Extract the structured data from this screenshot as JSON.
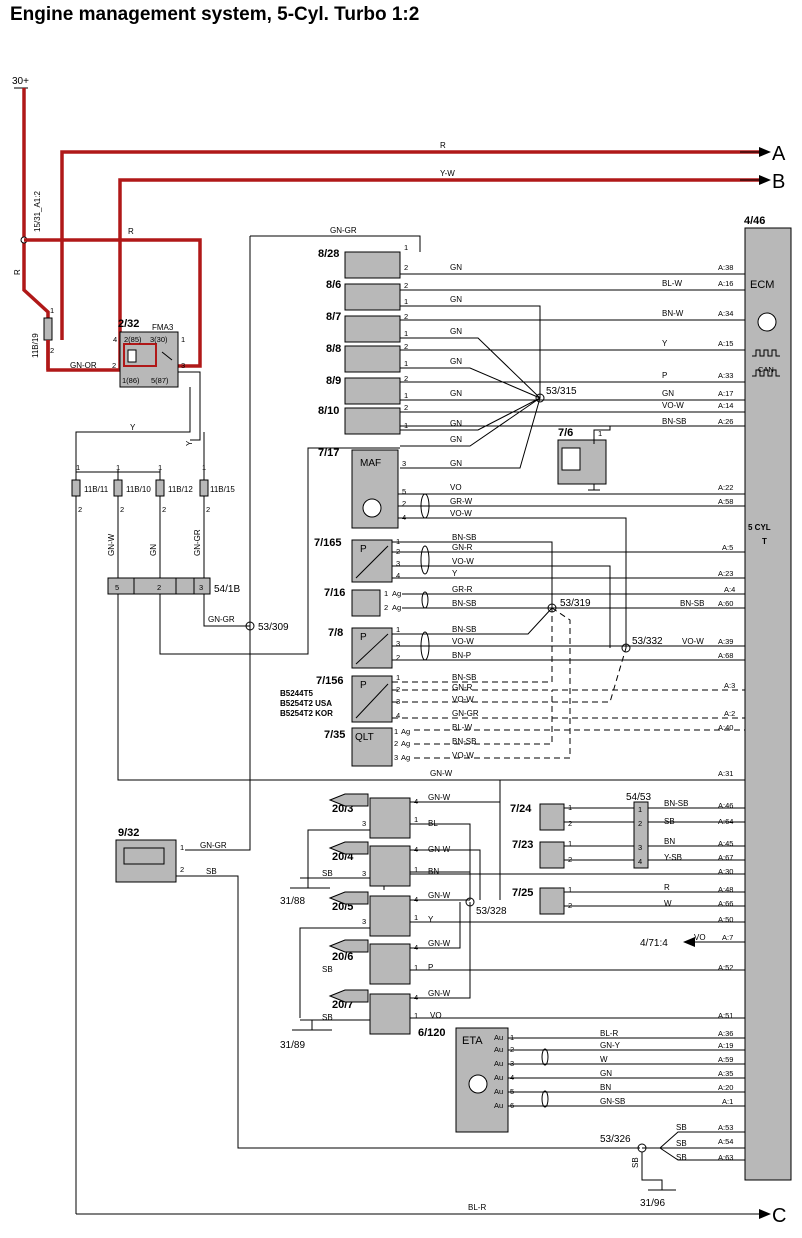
{
  "title": "Engine management system, 5-Cyl. Turbo 1:2",
  "supply": "30+",
  "outputs": {
    "a": "A",
    "b": "B",
    "c": "C"
  },
  "ecm": {
    "id": "4/46",
    "label": "ECM",
    "can": "CAN",
    "cyl": "5 CYL",
    "t": "T"
  },
  "relay": {
    "id": "2/32",
    "name": "FMA3",
    "p1": "4",
    "p2": "2(85)",
    "p3": "3(30)",
    "p4": "1",
    "p5": "2",
    "p6": "1(86)",
    "p7": "5(87)",
    "p8": "3"
  },
  "fuses": [
    "11B/11",
    "11B/10",
    "11B/12",
    "11B/15"
  ],
  "fuse19": "11B/19",
  "node1531": "15/31_A1:2",
  "connector541b": {
    "id": "54/1B",
    "pins": [
      "5",
      "2",
      "3"
    ]
  },
  "splices": [
    "53/315",
    "53/309",
    "53/319",
    "53/332",
    "53/328",
    "53/326"
  ],
  "wires": {
    "r": "R",
    "yw": "Y-W",
    "gngr": "GN-GR",
    "gn": "GN",
    "gnor": "GN-OR",
    "y": "Y",
    "blw": "BL-W",
    "bnw": "BN-W",
    "p": "P",
    "vow": "VO-W",
    "bnsb": "BN-SB",
    "vo": "VO",
    "grw": "GR-W",
    "gnr": "GN-R",
    "grr": "GR-R",
    "bnp": "BN-P",
    "gnw": "GN-W",
    "sb": "SB",
    "bl": "BL",
    "bn": "BN",
    "ysb": "Y-SB",
    "blr": "BL-R",
    "gny": "GN-Y",
    "w": "W",
    "gnsb": "GN-SB",
    "gngr2": "GN-GR"
  },
  "components": {
    "c828": "8/28",
    "c86": "8/6",
    "c87": "8/7",
    "c88": "8/8",
    "c89": "8/9",
    "c810": "8/10",
    "c717": "7/17",
    "maf": "MAF",
    "c76": "7/6",
    "c7165": "7/165",
    "c716": "7/16",
    "c78": "7/8",
    "c7156": "7/156",
    "c735": "7/35",
    "qlt": "QLT",
    "v1": "B5244T5",
    "v2": "B5254T2 USA",
    "v3": "B5254T2 KOR",
    "c932": "9/32",
    "c203": "20/3",
    "c204": "20/4",
    "c205": "20/5",
    "c206": "20/6",
    "c207": "20/7",
    "c724": "7/24",
    "c723": "7/23",
    "c725": "7/25",
    "c5453": "54/53",
    "c6120": "6/120",
    "eta": "ETA",
    "g3188": "31/88",
    "g3189": "31/89",
    "g3196": "31/96",
    "c4714": "4/71:4"
  },
  "ecm_pins": [
    "A:38",
    "A:16",
    "A:34",
    "A:15",
    "A:33",
    "A:17",
    "A:14",
    "A:26",
    "A:22",
    "A:58",
    "A:5",
    "A:23",
    "A:4",
    "A:60",
    "A:39",
    "A:68",
    "A:3",
    "A:2",
    "A:40",
    "A:31",
    "A:46",
    "A:64",
    "A:45",
    "A:67",
    "A:30",
    "A:48",
    "A:66",
    "A:50",
    "A:7",
    "A:52",
    "A:51",
    "A:36",
    "A:19",
    "A:59",
    "A:35",
    "A:20",
    "A:1",
    "A:53",
    "A:54",
    "A:63"
  ],
  "p_symbol": "P",
  "ag": "Ag",
  "au": "Au",
  "pinnums": [
    "1",
    "2",
    "3",
    "4",
    "5",
    "6"
  ]
}
